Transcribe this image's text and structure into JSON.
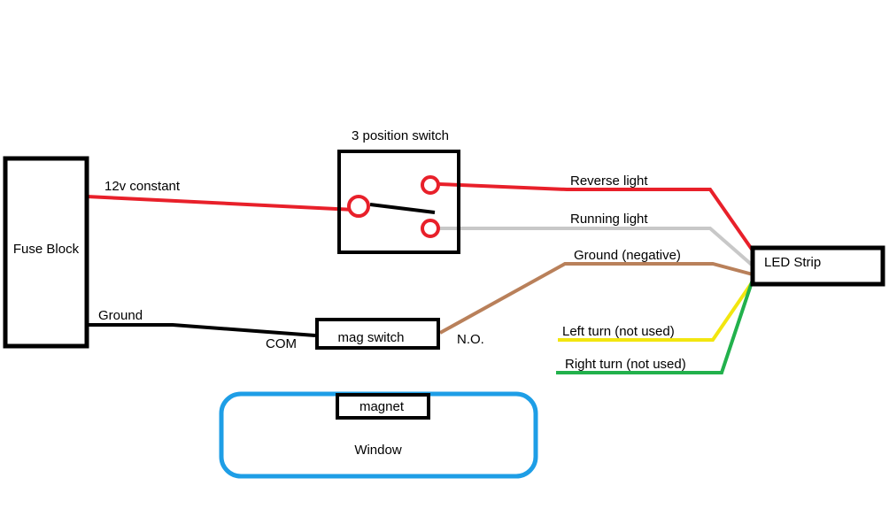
{
  "boxes": {
    "fuse_block": "Fuse Block",
    "switch_title": "3 position switch",
    "led_strip": "LED Strip",
    "mag_switch": "mag switch",
    "magnet": "magnet",
    "window": "Window"
  },
  "wire_labels": {
    "constant_12v": "12v constant",
    "ground_left": "Ground",
    "com": "COM",
    "no": "N.O.",
    "reverse": "Reverse light",
    "running": "Running light",
    "ground_neg": "Ground (negative)",
    "left_turn": "Left turn (not used)",
    "right_turn": "Right turn (not used)"
  },
  "colors": {
    "red": "#e8202a",
    "gray": "#c8c8c8",
    "brown": "#b9805a",
    "black": "#000000",
    "yellow": "#f2e60f",
    "green": "#22b14c",
    "blue": "#1e9ee6"
  }
}
